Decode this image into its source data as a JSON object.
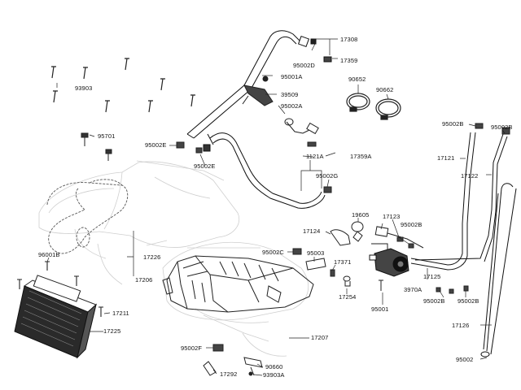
{
  "labels": {
    "17308": "17308",
    "17359": "17359",
    "95002D": "95002D",
    "93903": "93903",
    "95001A": "95001A",
    "39509": "39509",
    "95002A": "95002A",
    "90652": "90652",
    "90662": "90662",
    "95002B_top1": "95002B",
    "95002B_top2": "95002B",
    "95701": "95701",
    "95002E_1": "95002E",
    "95002E_2": "95002E",
    "1121A": "1121A",
    "17359A": "17359A",
    "95002G": "95002G",
    "17121": "17121",
    "17122": "17122",
    "19605": "19605",
    "17123": "17123",
    "17124": "17124",
    "95002B_mid": "95002B",
    "95002C": "95002C",
    "95003": "95003",
    "17371": "17371",
    "96001B": "96001B",
    "17226": "17226",
    "17206": "17206",
    "17125": "17125",
    "3970A": "3970A",
    "17254": "17254",
    "95001": "95001",
    "95002B_low1": "95002B",
    "95002B_low2": "95002B",
    "17211": "17211",
    "17225": "17225",
    "17207": "17207",
    "17126": "17126",
    "95002F": "95002F",
    "90660": "90660",
    "93903A": "93903A",
    "17292": "17292",
    "95002_bottom": "95002"
  }
}
